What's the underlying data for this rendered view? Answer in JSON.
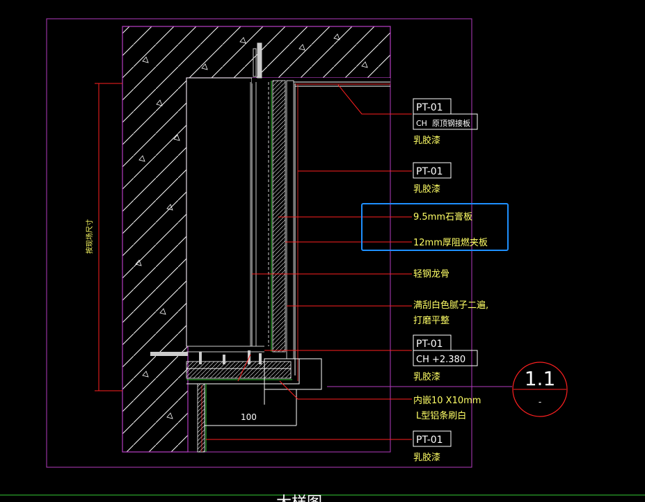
{
  "drawing": {
    "tags": [
      {
        "code": "PT-01",
        "sub": "CH  原顶钢接板",
        "material": "乳胶漆"
      },
      {
        "code": "PT-01",
        "sub": "",
        "material": "乳胶漆"
      },
      {
        "code": "PT-01",
        "sub": "CH +2.380",
        "material": "乳胶漆"
      },
      {
        "code": "PT-01",
        "sub": "",
        "material": "乳胶漆"
      }
    ],
    "notes": {
      "gypsum": "9.5mm石膏板",
      "fireboard": "12mm厚阻燃夹板",
      "keel": "轻钢龙骨",
      "putty_line1": "满刮白色腻子二遍,",
      "putty_line2": "打磨平整",
      "trim_line1": "内嵌10 X10mm",
      "trim_line2": "L型铝条刷白"
    },
    "dimension_value": "100",
    "vertical_note": "按现场尺寸",
    "section_mark": {
      "top": "1.1",
      "bottom": "-"
    },
    "bottom_caption": "大样图"
  },
  "colors": {
    "background": "#000000",
    "frame": "#b33cc0",
    "concrete": "#ffffff",
    "leader": "#ff2020",
    "text": "#ffff66",
    "tagtext": "#ffffff",
    "layer_green": "#33cc33",
    "highlight_box": "#1e90ff"
  }
}
